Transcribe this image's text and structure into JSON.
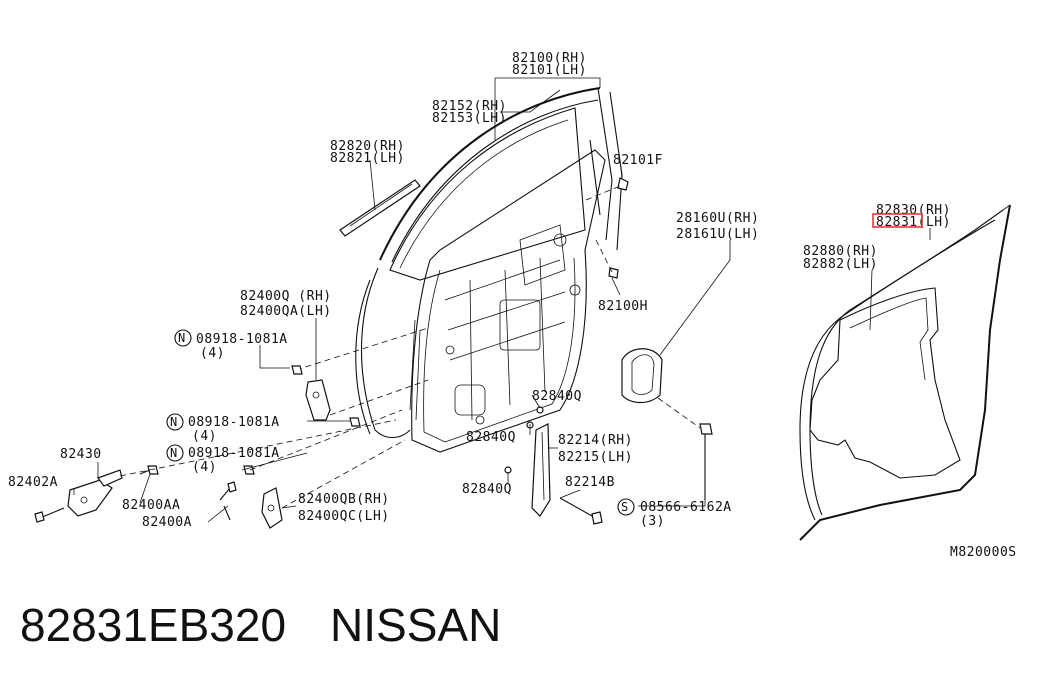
{
  "callouts": {
    "c82100": "82100(RH)",
    "c82101": "82101(LH)",
    "c82152": "82152(RH)",
    "c82153": "82153(LH)",
    "c82820": "82820(RH)",
    "c82821": "82821(LH)",
    "c82101f": "82101F",
    "c28160": "28160U(RH)",
    "c28161": "28161U(LH)",
    "c82830": "82830(RH)",
    "c82831": "82831(LH)",
    "c82880": "82880(RH)",
    "c82882": "82882(LH)",
    "c82100h": "82100H",
    "c82400q": "82400Q (RH)",
    "c82400qa": "82400QA(LH)",
    "n1": "08918-1081A",
    "n1qty": "(4)",
    "n2": "08918-1081A",
    "n2qty": "(4)",
    "n3": "08918-1081A",
    "n3qty": "(4)",
    "c82840q1": "82840Q",
    "c82840q2": "82840Q",
    "c82840q3": "82840Q",
    "c82214": "82214(RH)",
    "c82215": "82215(LH)",
    "c82214b": "82214B",
    "s1": "08566-6162A",
    "s1qty": "(3)",
    "c82430": "82430",
    "c82402a": "82402A",
    "c82400aa": "82400AA",
    "c82400a": "82400A",
    "c82400qb": "82400QB(RH)",
    "c82400qc": "82400QC(LH)",
    "symbol_n": "N",
    "symbol_s": "S",
    "drawing_ref": "M820000S"
  },
  "caption": {
    "part_number": "82831EB320",
    "brand": "NISSAN"
  },
  "highlight": {
    "target": "82831",
    "color": "#e53935"
  }
}
